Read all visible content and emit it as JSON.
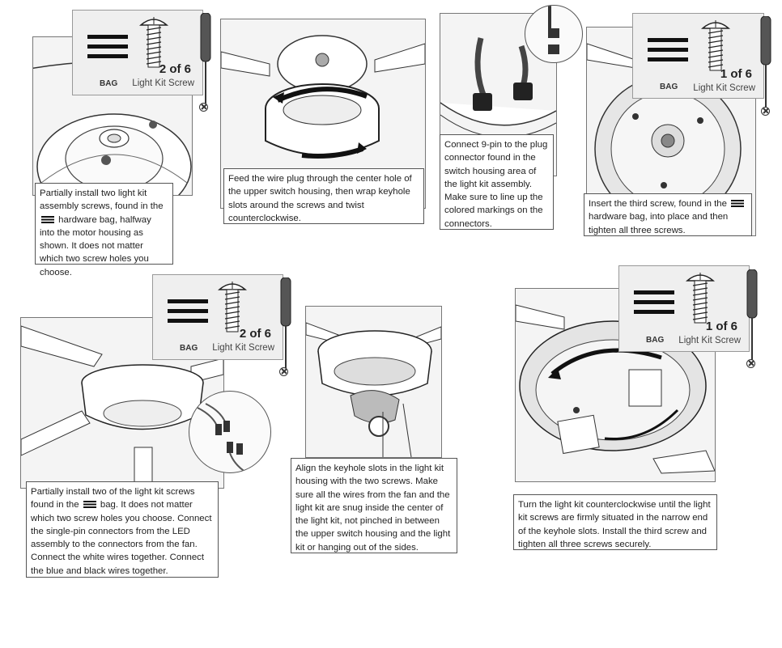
{
  "steps": [
    {
      "id": "step1",
      "caption_parts": [
        "Partially install two light kit assembly screws, found in the ",
        " hardware bag, halfway into the motor housing as shown. It does not matter which two screw holes you choose."
      ],
      "badge": {
        "bag_label": "BAG",
        "count": "2 of 6",
        "screw_label": "Light Kit Screw"
      }
    },
    {
      "id": "step2",
      "caption": "Feed the wire plug through the center hole of the upper switch housing, then wrap keyhole slots around the screws and twist counterclockwise."
    },
    {
      "id": "step3",
      "caption": "Connect 9-pin to the plug connector found in the switch housing area of the light kit assembly. Make sure to line up the colored markings on the connectors."
    },
    {
      "id": "step4",
      "caption_parts": [
        "Insert the third screw, found in the ",
        " hardware bag, into place and then tighten all three screws."
      ],
      "badge": {
        "bag_label": "BAG",
        "count": "1 of 6",
        "screw_label": "Light Kit Screw"
      }
    },
    {
      "id": "step5",
      "caption_parts": [
        "Partially install two of the light kit screws found in the ",
        " bag. It does not matter which two screw holes you choose. Connect the single-pin connectors from the LED assembly to the connectors from the fan. Connect the white wires together. Connect the blue and black wires together."
      ],
      "badge": {
        "bag_label": "BAG",
        "count": "2 of 6",
        "screw_label": "Light Kit Screw"
      }
    },
    {
      "id": "step6",
      "caption": "Align the keyhole slots in the light kit housing with the two screws. Make sure all the wires from the fan and the light kit are snug inside the center of the light kit, not pinched in between the upper switch housing and the light kit or hanging out of the sides."
    },
    {
      "id": "step7",
      "caption": "Turn the light kit counterclockwise until the light kit screws are firmly situated in the narrow end of the keyhole slots. Install the third screw and tighten all three screws securely.",
      "badge": {
        "bag_label": "BAG",
        "count": "1 of 6",
        "screw_label": "Light Kit Screw"
      }
    }
  ],
  "icons": [
    "hardware-bag-icon",
    "screw-icon",
    "screwdriver-icon",
    "phillips-head-icon"
  ],
  "colors": {
    "line": "#222222",
    "panel_bg": "#f4f4f4",
    "badge_bg": "#efefef"
  }
}
